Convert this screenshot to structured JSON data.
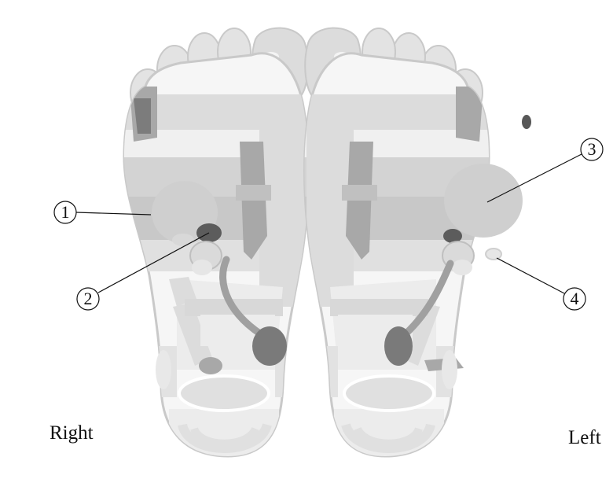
{
  "labels": {
    "right": "Right",
    "left": "Left"
  },
  "callouts": [
    "1",
    "2",
    "3",
    "4"
  ],
  "colors": {
    "outline": "#c9c9c9",
    "fill_light": "#ececec",
    "fill_lighter": "#f6f6f6",
    "fill_mid": "#d3d3d3",
    "fill_midlight": "#dcdcdc",
    "fill_dark": "#a8a8a8",
    "fill_darker": "#7c7c7c",
    "fill_darkest": "#585858",
    "leader_line": "#111111"
  }
}
